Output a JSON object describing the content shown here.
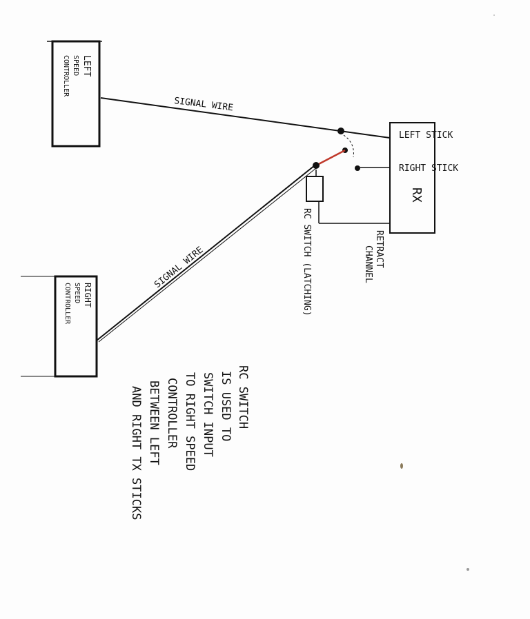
{
  "colors": {
    "ink": "#111111",
    "switch_arm": "#c0392b",
    "paper": "#fdfdfd"
  },
  "left_controller": {
    "label_lines": [
      "LEFT",
      "SPEED",
      "CONTROLLER"
    ]
  },
  "right_controller": {
    "label_lines": [
      "RIGHT",
      "SPEED",
      "CONTROLLER"
    ]
  },
  "wires": {
    "upper_label": "SIGNAL WIRE",
    "lower_label": "SIGNAL WIRE"
  },
  "receiver": {
    "label": "RX",
    "left_stick_label": "LEFT STICK",
    "right_stick_label": "RIGHT STICK"
  },
  "rc_switch": {
    "label": "RC SWITCH (LATCHING)"
  },
  "retract_channel": {
    "label_lines": [
      "RETRACT",
      "CHANNEL"
    ]
  },
  "note": {
    "lines": [
      "RC SWITCH",
      "IS USED TO",
      "SWITCH INPUT",
      "TO RIGHT SPEED",
      "CONTROLLER",
      "BETWEEN LEFT",
      "AND RIGHT TX STICKS"
    ]
  }
}
